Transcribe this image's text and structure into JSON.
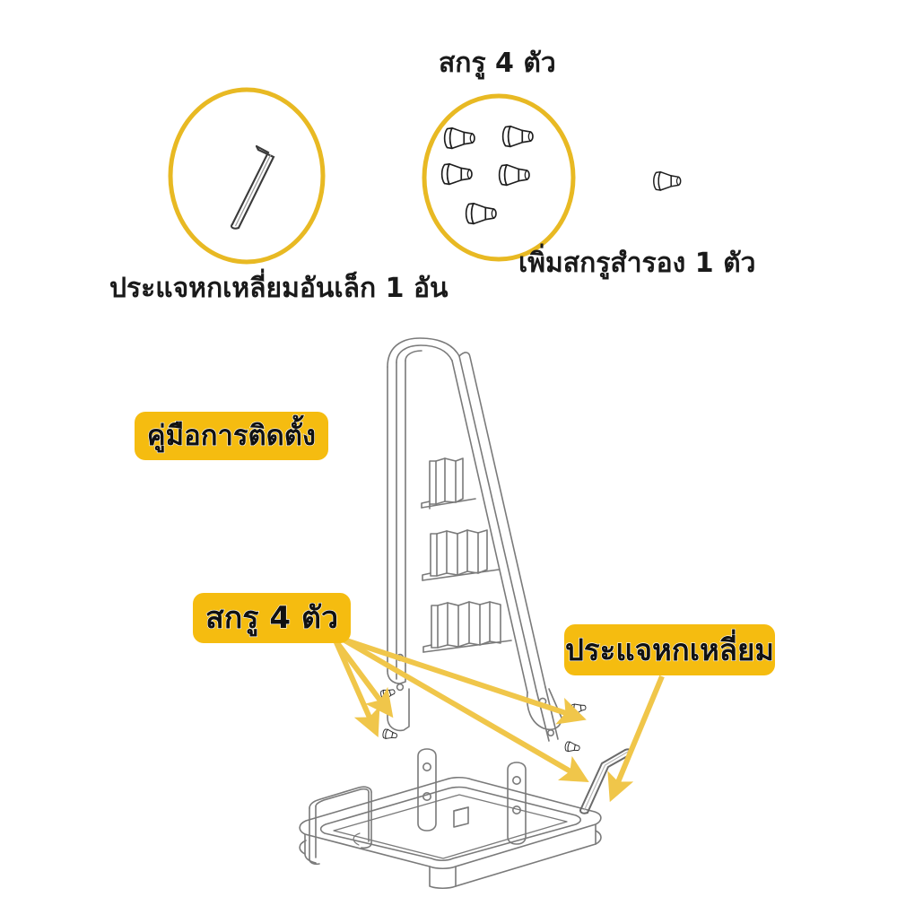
{
  "page": {
    "title": "คู่มือการติดตั้ง",
    "background_color": "#ffffff",
    "accent_color": "#f5bc10",
    "line_color": "#555555"
  },
  "parts_tray": {
    "circles": [
      {
        "id": "hex-key-circle",
        "contains": "hex-wrench-icon",
        "outline_color": "#e8b923",
        "caption": "ประแจหกเหลี่ยมอันเล็ก 1 อัน"
      },
      {
        "id": "screws-circle",
        "contains": "screw-icon",
        "count": 5,
        "outline_color": "#e8b923",
        "caption": "สกรู 4 ตัว"
      }
    ],
    "captions": {
      "screws_4": "สกรู 4 ตัว",
      "hex_key_small_1": "ประแจหกเหลี่ยมอันเล็ก 1 อัน",
      "spare_screw_1": "เพิ่มสกรูสำรอง 1 ตัว"
    },
    "spare_screw": {
      "icon": "screw-icon",
      "count": 1
    }
  },
  "diagram": {
    "badges": [
      {
        "id": "install-manual",
        "label": "คู่มือการติดตั้ง"
      },
      {
        "id": "screws-4",
        "label": "สกรู 4 ตัว"
      },
      {
        "id": "hex-wrench",
        "label": "ประแจหกเหลี่ยม"
      }
    ],
    "product": {
      "name": "vacuum-cleaner-stand",
      "parts": [
        "upright-post",
        "curved-front-arm",
        "accessory-hook-row-1",
        "accessory-hook-row-2",
        "accessory-hook-row-3",
        "base-tray",
        "base-mounting-bracket-left",
        "base-mounting-bracket-right",
        "cable-clip"
      ]
    },
    "loose_parts": [
      {
        "icon": "screw-icon",
        "id": "screw-upper-post"
      },
      {
        "icon": "screw-icon",
        "id": "screw-lower-post"
      },
      {
        "icon": "screw-icon",
        "id": "screw-upper-arm"
      },
      {
        "icon": "screw-icon",
        "id": "screw-lower-arm"
      },
      {
        "icon": "hex-wrench-icon",
        "id": "hex-wrench-loose"
      }
    ],
    "arrow_count": 5,
    "arrow_color": "#f0c64a"
  }
}
